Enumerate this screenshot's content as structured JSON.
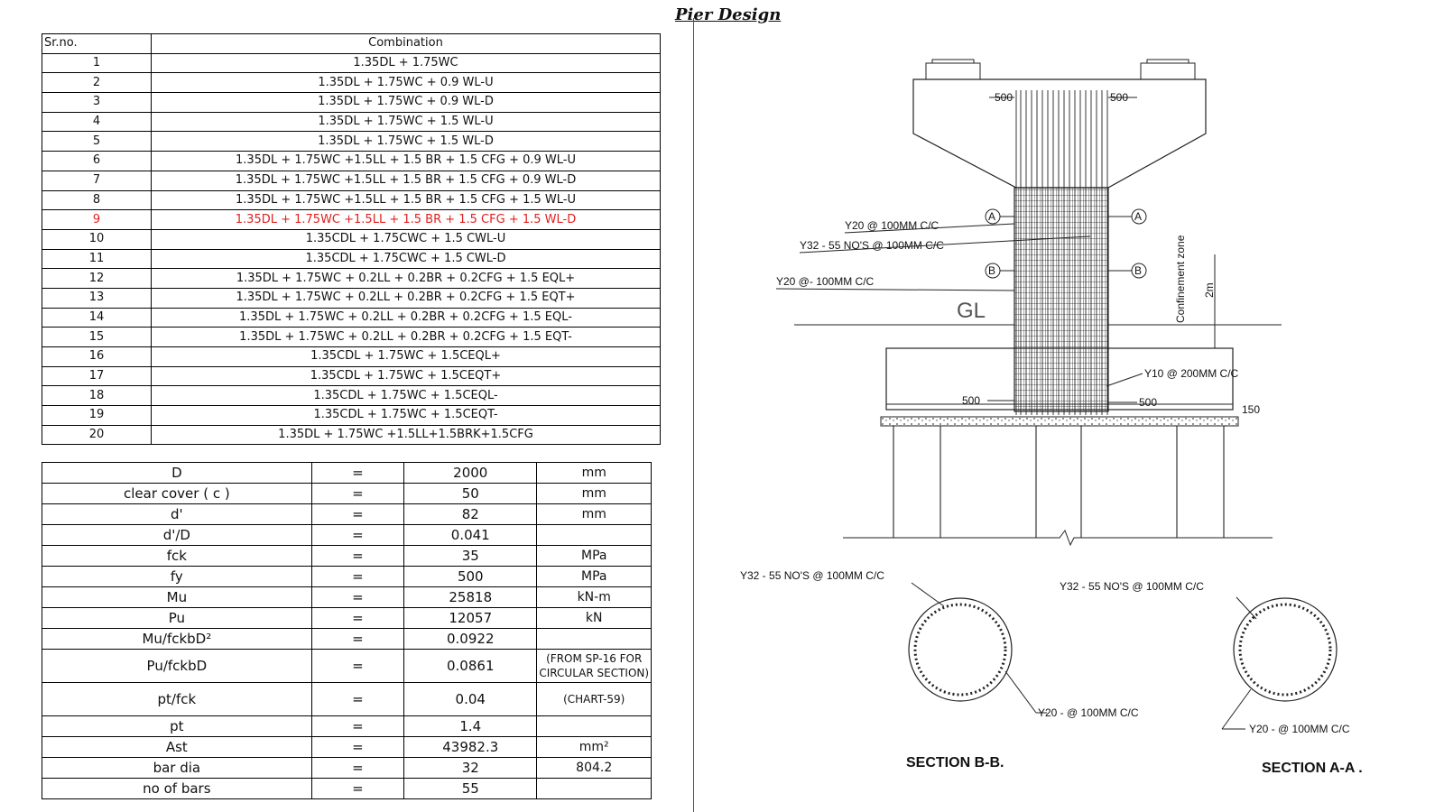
{
  "page": {
    "title": "Pier Design"
  },
  "combinations": {
    "headers": [
      "Sr.no.",
      "Combination"
    ],
    "rows": [
      [
        "1",
        "1.35DL + 1.75WC"
      ],
      [
        "2",
        "1.35DL + 1.75WC  + 0.9 WL-U"
      ],
      [
        "3",
        "1.35DL + 1.75WC  + 0.9 WL-D"
      ],
      [
        "4",
        "1.35DL + 1.75WC  + 1.5 WL-U"
      ],
      [
        "5",
        "1.35DL + 1.75WC + 1.5 WL-D"
      ],
      [
        "6",
        "1.35DL + 1.75WC +1.5LL + 1.5 BR + 1.5 CFG + 0.9 WL-U"
      ],
      [
        "7",
        "1.35DL + 1.75WC +1.5LL + 1.5 BR + 1.5 CFG + 0.9 WL-D"
      ],
      [
        "8",
        "1.35DL + 1.75WC +1.5LL + 1.5 BR + 1.5 CFG + 1.5 WL-U"
      ],
      [
        "9",
        "1.35DL + 1.75WC +1.5LL + 1.5 BR + 1.5 CFG + 1.5 WL-D"
      ],
      [
        "10",
        "1.35CDL + 1.75CWC + 1.5 CWL-U"
      ],
      [
        "11",
        "1.35CDL + 1.75CWC + 1.5 CWL-D"
      ],
      [
        "12",
        "1.35DL + 1.75WC + 0.2LL + 0.2BR + 0.2CFG + 1.5 EQL+"
      ],
      [
        "13",
        "1.35DL + 1.75WC + 0.2LL + 0.2BR + 0.2CFG + 1.5 EQT+"
      ],
      [
        "14",
        "1.35DL + 1.75WC + 0.2LL + 0.2BR + 0.2CFG + 1.5 EQL-"
      ],
      [
        "15",
        "1.35DL + 1.75WC + 0.2LL + 0.2BR + 0.2CFG + 1.5 EQT-"
      ],
      [
        "16",
        "1.35CDL + 1.75WC + 1.5CEQL+"
      ],
      [
        "17",
        "1.35CDL + 1.75WC + 1.5CEQT+"
      ],
      [
        "18",
        "1.35CDL + 1.75WC + 1.5CEQL-"
      ],
      [
        "19",
        "1.35CDL + 1.75WC + 1.5CEQT-"
      ],
      [
        "20",
        "1.35DL + 1.75WC +1.5LL+1.5BRK+1.5CFG"
      ]
    ],
    "highlight_row": "9",
    "highlight_color": "#e02020"
  },
  "parameters": {
    "rows": [
      [
        "D",
        "=",
        "2000",
        "mm"
      ],
      [
        "clear cover ( c )",
        "=",
        "50",
        "mm"
      ],
      [
        "d'",
        "=",
        "82",
        "mm"
      ],
      [
        "d'/D",
        "=",
        "0.041",
        ""
      ],
      [
        "fck",
        "=",
        "35",
        "MPa"
      ],
      [
        "fy",
        "=",
        "500",
        "MPa"
      ],
      [
        "Mu",
        "=",
        "25818",
        "kN-m"
      ],
      [
        "Pu",
        "=",
        "12057",
        "kN"
      ],
      [
        "Mu/fckbD²",
        "=",
        "0.0922",
        ""
      ],
      [
        "Pu/fckbD",
        "=",
        "0.0861",
        "(FROM SP-16 FOR CIRCULAR SECTION)"
      ],
      [
        "pt/fck",
        "=",
        "0.04",
        "(CHART-59)"
      ],
      [
        "pt",
        "=",
        "1.4",
        ""
      ],
      [
        "Ast",
        "=",
        "43982.3",
        "mm²"
      ],
      [
        "bar dia",
        "=",
        "32",
        "804.2"
      ],
      [
        "no of bars",
        "=",
        "55",
        ""
      ]
    ]
  },
  "drawing": {
    "labels": {
      "dim_left_top": "500",
      "dim_right_top": "500",
      "section_a": "A",
      "section_b": "B",
      "link_a": "Y20 @ 100MM C/C",
      "main_bars": "Y32 - 55 NO'S @ 100MM C/C",
      "link_b": "Y20 @- 100MM C/C",
      "ground": "GL",
      "confinement": "Confinement zone",
      "confinement_len": "2m",
      "footing_bars": "Y10 @ 200MM C/C",
      "dim_left_bot": "500",
      "dim_right_bot": "500",
      "dim_150": "150",
      "secb_main": "Y32 - 55 NO'S @ 100MM C/C",
      "secb_link": "Y20 -  @ 100MM C/C",
      "secb_title": "SECTION B-B.",
      "seca_main": "Y32 - 55 NO'S @ 100MM C/C",
      "seca_link": "Y20 -  @ 100MM C/C",
      "seca_title": "SECTION A-A ."
    }
  }
}
